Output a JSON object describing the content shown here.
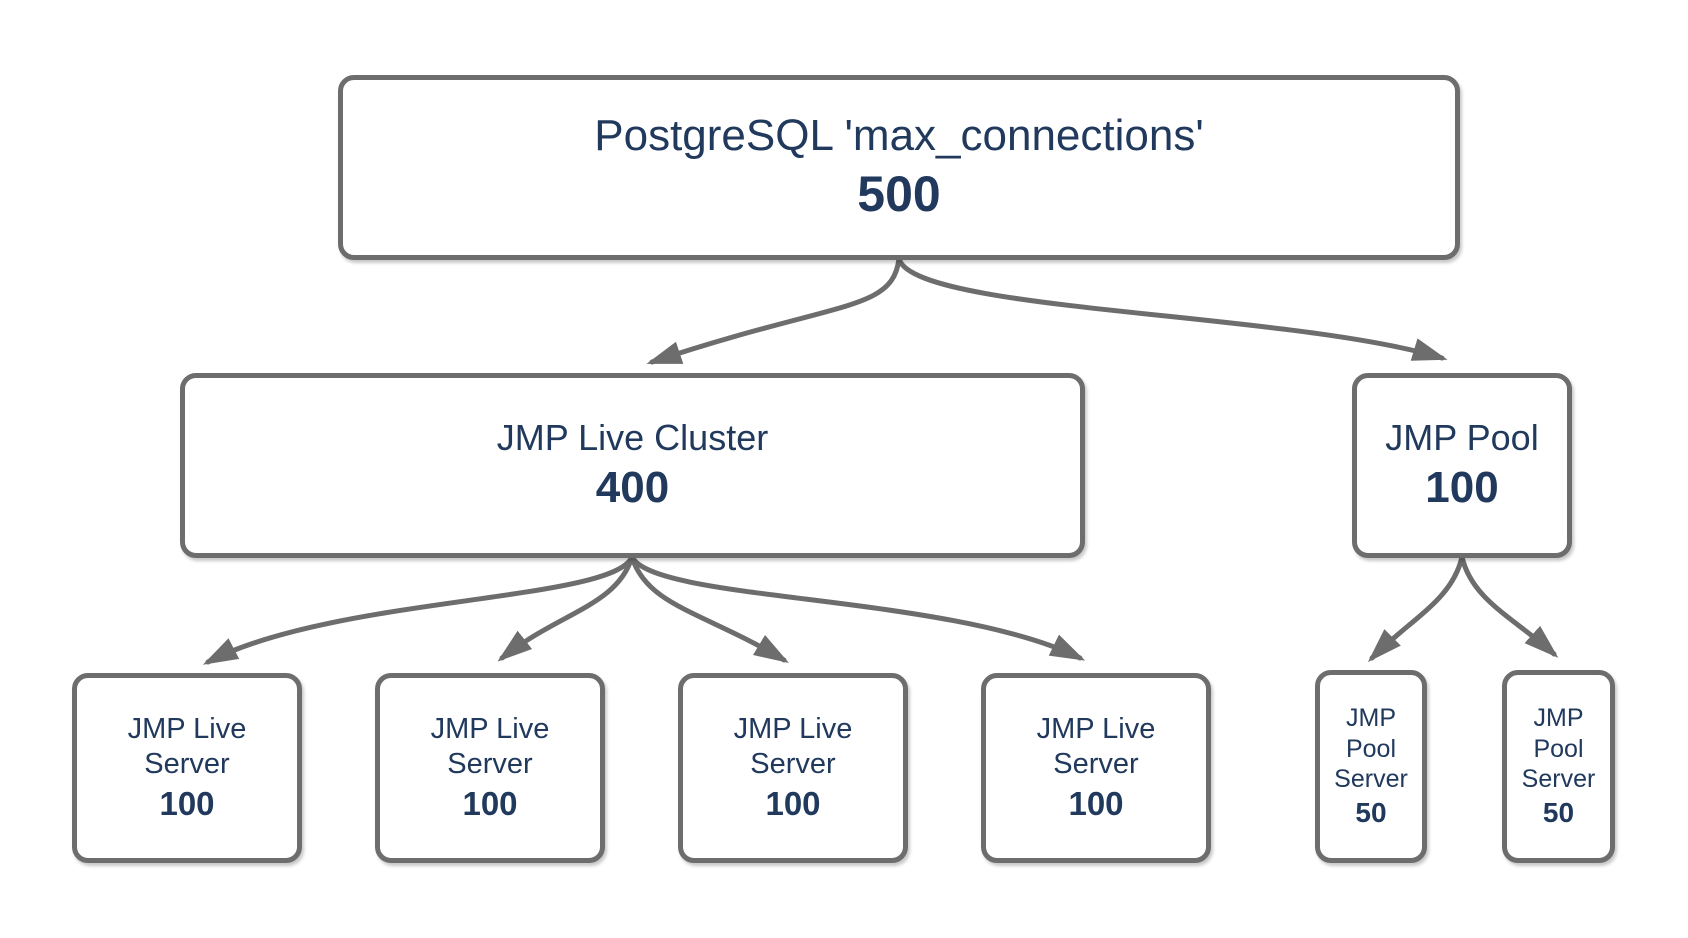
{
  "diagram": {
    "description": "PostgreSQL max_connections allocation tree",
    "colors": {
      "background": "#ffffff",
      "box_border": "#6d6d6d",
      "arrow": "#6d6d6d",
      "text": "#20395c"
    },
    "nodes": [
      {
        "id": "postgres",
        "label": "PostgreSQL 'max_connections'",
        "value": "500"
      },
      {
        "id": "cluster",
        "label": "JMP Live Cluster",
        "value": "400"
      },
      {
        "id": "pool",
        "label": "JMP Pool",
        "value": "100"
      },
      {
        "id": "live1",
        "label": "JMP Live Server",
        "value": "100"
      },
      {
        "id": "live2",
        "label": "JMP Live Server",
        "value": "100"
      },
      {
        "id": "live3",
        "label": "JMP Live Server",
        "value": "100"
      },
      {
        "id": "live4",
        "label": "JMP Live Server",
        "value": "100"
      },
      {
        "id": "pools1",
        "label": "JMP Pool Server",
        "value": "50"
      },
      {
        "id": "pools2",
        "label": "JMP Pool Server",
        "value": "50"
      }
    ],
    "edges": [
      {
        "from": "postgres",
        "to": "cluster"
      },
      {
        "from": "postgres",
        "to": "pool"
      },
      {
        "from": "cluster",
        "to": "live1"
      },
      {
        "from": "cluster",
        "to": "live2"
      },
      {
        "from": "cluster",
        "to": "live3"
      },
      {
        "from": "cluster",
        "to": "live4"
      },
      {
        "from": "pool",
        "to": "pools1"
      },
      {
        "from": "pool",
        "to": "pools2"
      }
    ]
  }
}
